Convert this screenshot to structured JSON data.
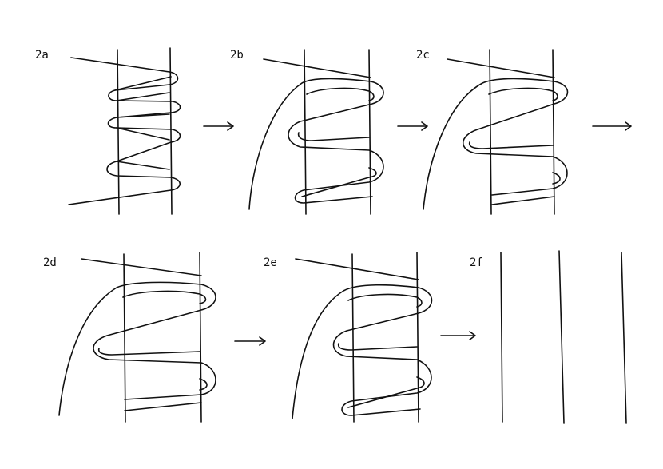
{
  "panels": [
    {
      "id": "2a",
      "label": "2a"
    },
    {
      "id": "2b",
      "label": "2b"
    },
    {
      "id": "2c",
      "label": "2c"
    },
    {
      "id": "2d",
      "label": "2d"
    },
    {
      "id": "2e",
      "label": "2e"
    },
    {
      "id": "2f",
      "label": "2f"
    }
  ],
  "transitions": [
    {
      "from": "2a",
      "to": "2b",
      "icon": "arrow-right-icon"
    },
    {
      "from": "2b",
      "to": "2c",
      "icon": "arrow-right-icon"
    },
    {
      "from": "2c",
      "to": "2d",
      "icon": "arrow-right-icon"
    },
    {
      "from": "2d",
      "to": "2e",
      "icon": "arrow-right-icon"
    },
    {
      "from": "2e",
      "to": "2f",
      "icon": "arrow-right-icon"
    }
  ]
}
